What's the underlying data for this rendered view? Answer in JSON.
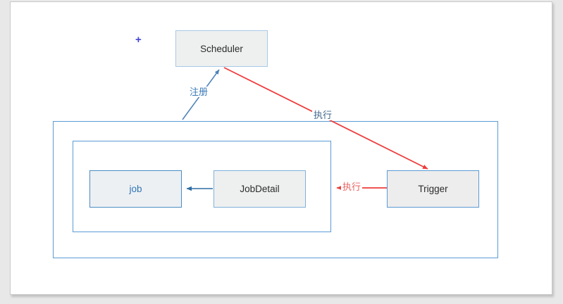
{
  "window": {
    "background_color": "#e8e8e8",
    "page_color": "#ffffff",
    "page_border_color": "#c9c9c9"
  },
  "cursor": {
    "glyph": "+",
    "color": "#4444d4"
  },
  "diagram": {
    "nodes": {
      "scheduler": {
        "label": "Scheduler",
        "fill": "#eef0f0",
        "border_color": "#a7c9e8",
        "text_color": "#2b2b2b"
      },
      "job": {
        "label": "job",
        "fill": "#edf0f3",
        "border_color": "#4a8cc4",
        "text_color": "#2e75b5"
      },
      "jobdetail": {
        "label": "JobDetail",
        "fill": "#eef0f0",
        "border_color": "#7fb0da",
        "text_color": "#2b2b2b"
      },
      "trigger": {
        "label": "Trigger",
        "fill": "#ededee",
        "border_color": "#5b9bd5",
        "text_color": "#2b2b2b"
      }
    },
    "containers": {
      "border_color": "#5b9bd5"
    },
    "edges": {
      "register": {
        "label": "注册",
        "from": "inner-container",
        "to": "scheduler",
        "color": "#4a80b8",
        "label_color": "#3a79b8"
      },
      "execute_scheduler_to_trigger": {
        "label": "执行",
        "from": "scheduler",
        "to": "trigger",
        "color": "#ee3c3c",
        "label_color": "#41658a"
      },
      "execute_trigger_to_container": {
        "label": "执行",
        "from": "trigger",
        "to": "inner-container",
        "color": "#ee3c3c",
        "label_color": "#e96060"
      },
      "jobdetail_to_job": {
        "from": "jobdetail",
        "to": "job",
        "color": "#2e6da4"
      }
    }
  }
}
